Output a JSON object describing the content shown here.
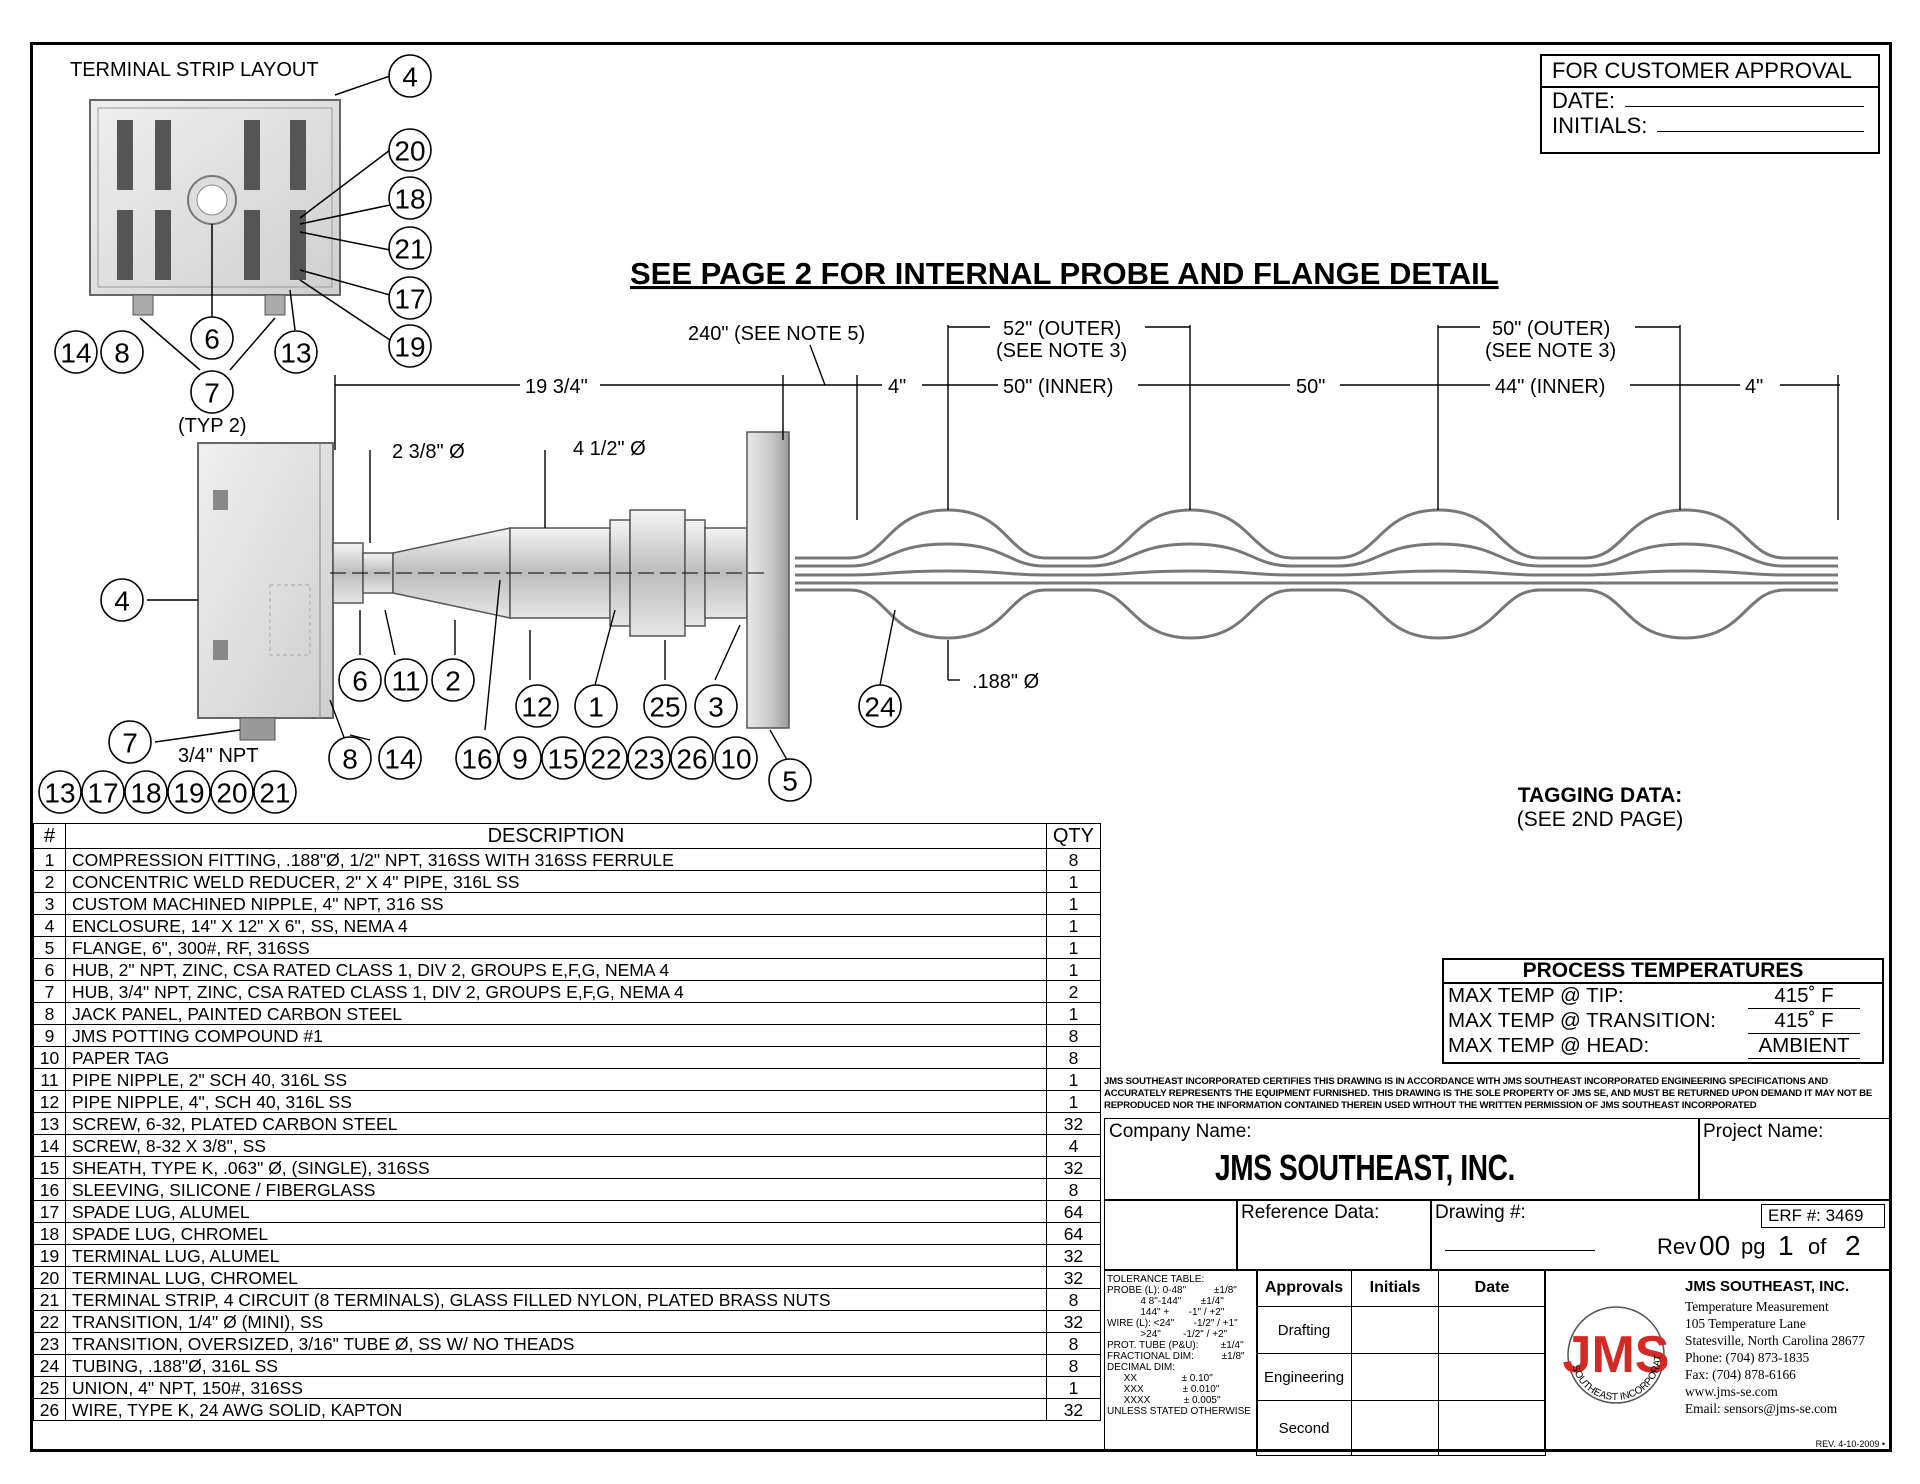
{
  "approval": {
    "title": "FOR CUSTOMER APPROVAL",
    "date_label": "DATE:",
    "initials_label": "INITIALS:"
  },
  "labels": {
    "terminal_strip_layout": "TERMINAL STRIP LAYOUT",
    "see_page": "SEE PAGE 2 FOR INTERNAL PROBE AND FLANGE DETAIL",
    "typ2": "(TYP 2)",
    "npt": "3/4\" NPT",
    "dia_238": "2 3/8\"  Ø",
    "dia_412": "4 1/2\"  Ø",
    "dia_188": ".188\"  Ø"
  },
  "dimensions": {
    "overall": "240\"  (SEE NOTE 5)",
    "d1": "19 3/4\"",
    "d2": "4\"",
    "d3": "50\"  (INNER)",
    "d4": "50\"",
    "d5": "44\"  (INNER)",
    "d6": "4\"",
    "outer1_a": "52\"  (OUTER)",
    "outer1_b": "(SEE NOTE 3)",
    "outer2_a": "50\"  (OUTER)",
    "outer2_b": "(SEE NOTE 3)"
  },
  "balloons": [
    "4",
    "20",
    "18",
    "21",
    "17",
    "19",
    "14",
    "8",
    "6",
    "13",
    "7",
    "4",
    "6",
    "11",
    "2",
    "12",
    "1",
    "25",
    "3",
    "5",
    "24",
    "7",
    "8",
    "14",
    "16",
    "9",
    "15",
    "22",
    "23",
    "26",
    "10",
    "13",
    "17",
    "18",
    "19",
    "20",
    "21"
  ],
  "tagging": {
    "title": "TAGGING DATA:",
    "sub": "(SEE 2ND PAGE)"
  },
  "bom": {
    "headers": [
      "#",
      "DESCRIPTION",
      "QTY"
    ],
    "rows": [
      [
        "1",
        "COMPRESSION FITTING, .188\"Ø, 1/2\" NPT, 316SS WITH 316SS FERRULE",
        "8"
      ],
      [
        "2",
        "CONCENTRIC WELD REDUCER, 2\" X 4\" PIPE, 316L SS",
        "1"
      ],
      [
        "3",
        "CUSTOM MACHINED NIPPLE, 4\" NPT, 316 SS",
        "1"
      ],
      [
        "4",
        "ENCLOSURE, 14\" X 12\" X 6\", SS, NEMA 4",
        "1"
      ],
      [
        "5",
        "FLANGE, 6\", 300#, RF, 316SS",
        "1"
      ],
      [
        "6",
        "HUB, 2\" NPT, ZINC, CSA RATED CLASS 1, DIV 2, GROUPS E,F,G, NEMA 4",
        "1"
      ],
      [
        "7",
        "HUB, 3/4\" NPT, ZINC, CSA RATED CLASS 1, DIV 2, GROUPS E,F,G, NEMA 4",
        "2"
      ],
      [
        "8",
        "JACK PANEL, PAINTED CARBON STEEL",
        "1"
      ],
      [
        "9",
        "JMS POTTING COMPOUND #1",
        "8"
      ],
      [
        "10",
        "PAPER TAG",
        "8"
      ],
      [
        "11",
        "PIPE NIPPLE, 2\" SCH 40, 316L SS",
        "1"
      ],
      [
        "12",
        "PIPE NIPPLE, 4\", SCH 40, 316L SS",
        "1"
      ],
      [
        "13",
        "SCREW, 6-32, PLATED CARBON STEEL",
        "32"
      ],
      [
        "14",
        "SCREW, 8-32 X 3/8\", SS",
        "4"
      ],
      [
        "15",
        "SHEATH, TYPE K, .063\" Ø, (SINGLE), 316SS",
        "32"
      ],
      [
        "16",
        "SLEEVING, SILICONE / FIBERGLASS",
        "8"
      ],
      [
        "17",
        "SPADE LUG, ALUMEL",
        "64"
      ],
      [
        "18",
        "SPADE LUG, CHROMEL",
        "64"
      ],
      [
        "19",
        "TERMINAL LUG, ALUMEL",
        "32"
      ],
      [
        "20",
        "TERMINAL LUG, CHROMEL",
        "32"
      ],
      [
        "21",
        "TERMINAL STRIP, 4 CIRCUIT (8 TERMINALS), GLASS FILLED NYLON, PLATED BRASS NUTS",
        "8"
      ],
      [
        "22",
        "TRANSITION, 1/4\" Ø (MINI), SS",
        "32"
      ],
      [
        "23",
        "TRANSITION, OVERSIZED, 3/16\" TUBE Ø, SS W/ NO THEADS",
        "8"
      ],
      [
        "24",
        "TUBING, .188\"Ø, 316L SS",
        "8"
      ],
      [
        "25",
        "UNION, 4\" NPT, 150#, 316SS",
        "1"
      ],
      [
        "26",
        "WIRE, TYPE K, 24 AWG SOLID, KAPTON",
        "32"
      ]
    ]
  },
  "process": {
    "title": "PROCESS TEMPERATURES",
    "rows": [
      [
        "MAX TEMP @ TIP:",
        "415˚ F"
      ],
      [
        "MAX TEMP @ TRANSITION:",
        "415˚ F"
      ],
      [
        "MAX TEMP @ HEAD:",
        "AMBIENT"
      ]
    ]
  },
  "certification": "JMS SOUTHEAST INCORPORATED CERTIFIES THIS DRAWING IS IN ACCORDANCE WITH JMS SOUTHEAST INCORPORATED ENGINEERING SPECIFICATIONS AND ACCURATELY REPRESENTS THE EQUIPMENT FURNISHED.  THIS DRAWING IS THE SOLE PROPERTY OF JMS SE, AND MUST BE RETURNED UPON DEMAND IT MAY NOT BE REPRODUCED NOR THE INFORMATION CONTAINED THEREIN USED WITHOUT THE WRITTEN PERMISSION OF JMS SOUTHEAST INCORPORATED",
  "title_block": {
    "company_label": "Company Name:",
    "company": "JMS SOUTHEAST, INC.",
    "project_label": "Project Name:",
    "reference_label": "Reference Data:",
    "drawing_label": "Drawing #:",
    "erf": "ERF #: 3469",
    "rev_label": "Rev",
    "rev": "00",
    "pg_label": "pg",
    "pg": "1",
    "of_label": "of",
    "of": "2",
    "approvals": [
      "Approvals",
      "Initials",
      "Date"
    ],
    "approval_rows": [
      "Drafting",
      "Engineering",
      "Second"
    ]
  },
  "tolerance": [
    "TOLERANCE TABLE:",
    "PROBE (L): 0-48\"          ±1/8\"",
    "            4 8\"-144\"       ±1/4\"",
    "            144\" +       -1\" / +2\"",
    "WIRE (L): <24\"       -1/2\" / +1\"",
    "            >24\"        -1/2\" / +2\"",
    "PROT. TUBE (P&U):        ±1/4\"",
    "FRACTIONAL DIM:          ±1/8\"",
    "DECIMAL DIM:",
    "      XX                ± 0.10\"",
    "      XXX              ± 0.010\"",
    "      XXXX            ± 0.005\"",
    "UNLESS STATED OTHERWISE"
  ],
  "logo": {
    "letters": "JMS",
    "ring": "SOUTHEAST INCORPORATED",
    "accent": "#d42a26"
  },
  "contact": {
    "name": "JMS SOUTHEAST, INC.",
    "lines": [
      "Temperature Measurement",
      "105 Temperature Lane",
      "Statesville, North Carolina 28677",
      "Phone: (704) 873-1835",
      "Fax: (704) 878-6166",
      "www.jms-se.com",
      "Email: sensors@jms-se.com"
    ],
    "rev_note": "REV. 4-10-2009 •"
  }
}
